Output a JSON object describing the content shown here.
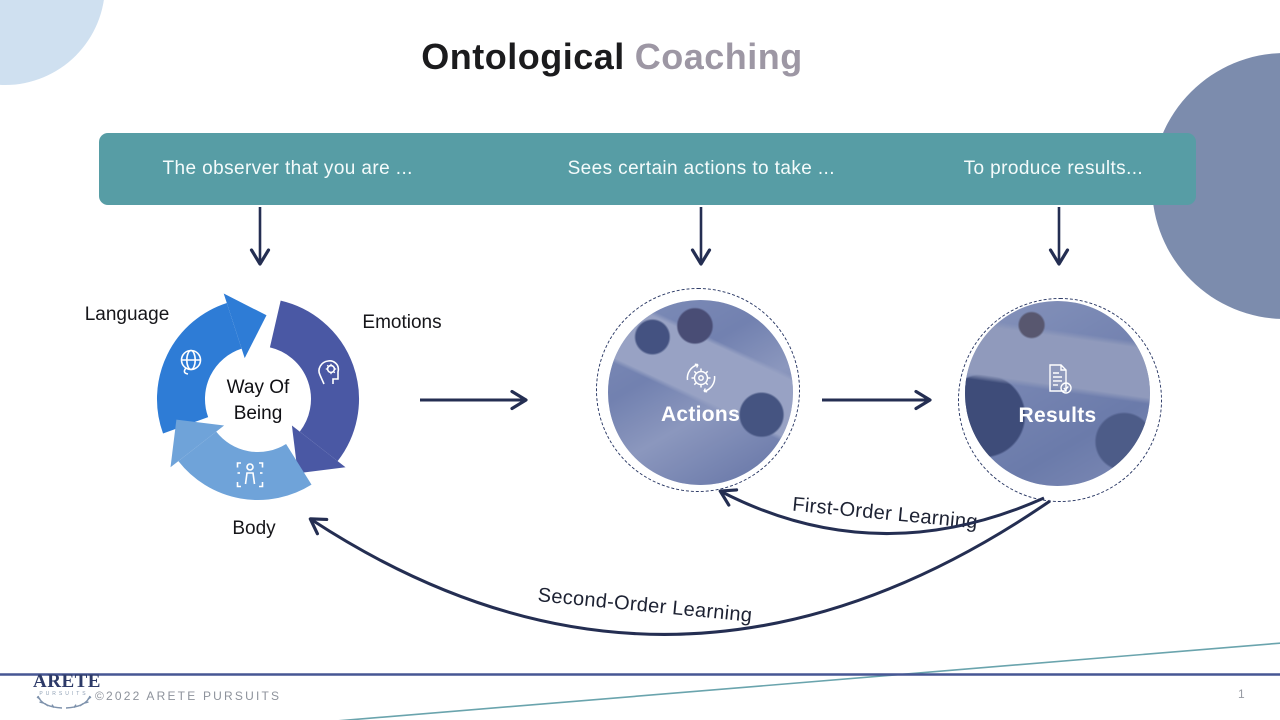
{
  "slide": {
    "title": {
      "part1": "Ontological",
      "part2": "Coaching"
    },
    "banner": {
      "items": [
        "The observer that you are ...",
        "Sees certain actions to take ...",
        "To produce results..."
      ]
    },
    "cycle": {
      "center": {
        "line1": "Way Of",
        "line2": "Being"
      },
      "segments": [
        {
          "label": "Language",
          "color": "#2e7cd6",
          "icon": "globe-speech-icon"
        },
        {
          "label": "Emotions",
          "color": "#4a58a4",
          "icon": "head-gears-icon"
        },
        {
          "label": "Body",
          "color": "#6fa3d9",
          "icon": "body-frame-icon"
        }
      ]
    },
    "nodes": [
      {
        "label": "Actions",
        "icon": "gear-cycle-icon"
      },
      {
        "label": "Results",
        "icon": "report-checklist-icon"
      }
    ],
    "loops": [
      {
        "label": "First-Order Learning"
      },
      {
        "label": "Second-Order Learning"
      }
    ],
    "footer": {
      "brand": "ARETE",
      "brand_sub": "PURSUITS",
      "copyright": "©2022 ARETE PURSUITS",
      "page": "1"
    },
    "colors": {
      "banner_teal": "#579da5",
      "arrow_navy": "#242e52",
      "decor_light_blue": "#cfe0f0",
      "decor_slate": "#7c8cad",
      "footer_line_navy": "#475694",
      "footer_line_teal": "#6aa4ad",
      "title_gray": "#9d97a4",
      "photo_overlay": "rgba(88,104,162,0.52)"
    }
  }
}
